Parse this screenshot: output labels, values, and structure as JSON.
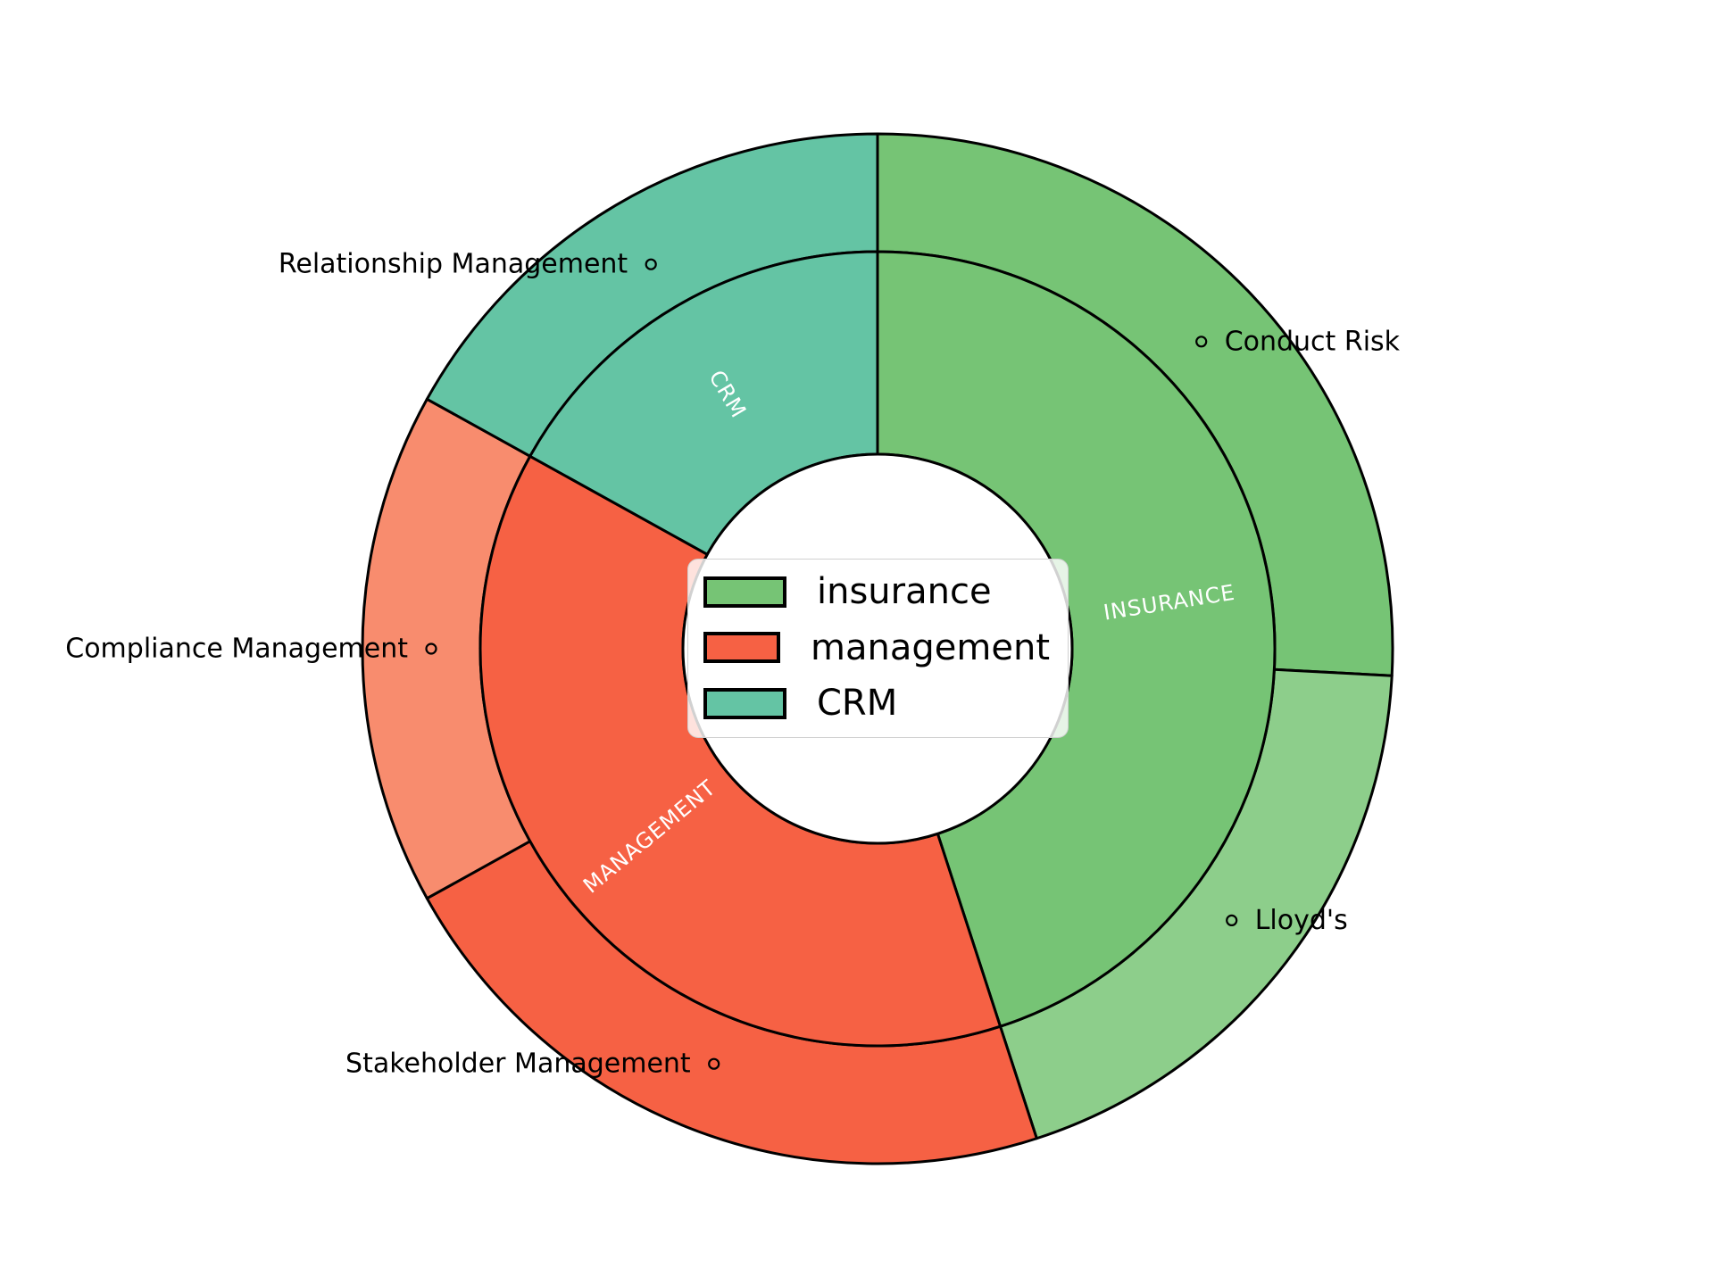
{
  "chart_data": {
    "type": "pie",
    "subtype": "sunburst-nested-donut",
    "title": "",
    "angle_units": "degrees clockwise from 12 o'clock",
    "inner_ring": [
      {
        "id": "insurance",
        "label": "INSURANCE",
        "start": 0,
        "end": 162,
        "share_pct": 45.0,
        "color": "#76C475"
      },
      {
        "id": "management",
        "label": "MANAGEMENT",
        "start": 162,
        "end": 299,
        "share_pct": 38.1,
        "color": "#F66144"
      },
      {
        "id": "crm",
        "label": "CRM",
        "start": 299,
        "end": 360,
        "share_pct": 16.9,
        "color": "#64C4A4"
      }
    ],
    "outer_ring": [
      {
        "id": "conduct-risk",
        "label": "Conduct Risk",
        "parent": "insurance",
        "start": 0,
        "end": 93,
        "share_pct": 25.8,
        "color": "#76C475"
      },
      {
        "id": "lloyds",
        "label": "Lloyd's",
        "parent": "insurance",
        "start": 93,
        "end": 162,
        "share_pct": 19.2,
        "color": "#8DCE8B"
      },
      {
        "id": "stakeholder-management",
        "label": "Stakeholder Management",
        "parent": "management",
        "start": 162,
        "end": 241,
        "share_pct": 21.9,
        "color": "#F66144"
      },
      {
        "id": "compliance-management",
        "label": "Compliance Management",
        "parent": "management",
        "start": 241,
        "end": 299,
        "share_pct": 16.1,
        "color": "#F88C6E"
      },
      {
        "id": "relationship-management",
        "label": "Relationship Management",
        "parent": "crm",
        "start": 299,
        "end": 360,
        "share_pct": 16.9,
        "color": "#64C4A4"
      }
    ],
    "legend": {
      "position": "center",
      "items": [
        {
          "label": "insurance",
          "color": "#76C475"
        },
        {
          "label": "management",
          "color": "#F66144"
        },
        {
          "label": "CRM",
          "color": "#64C4A4"
        }
      ]
    },
    "marker_glyph": "◦",
    "edge_color": "#000000",
    "background_color": "#ffffff",
    "outer_label_color": "#000000",
    "inner_label_color": "#ffffff"
  }
}
